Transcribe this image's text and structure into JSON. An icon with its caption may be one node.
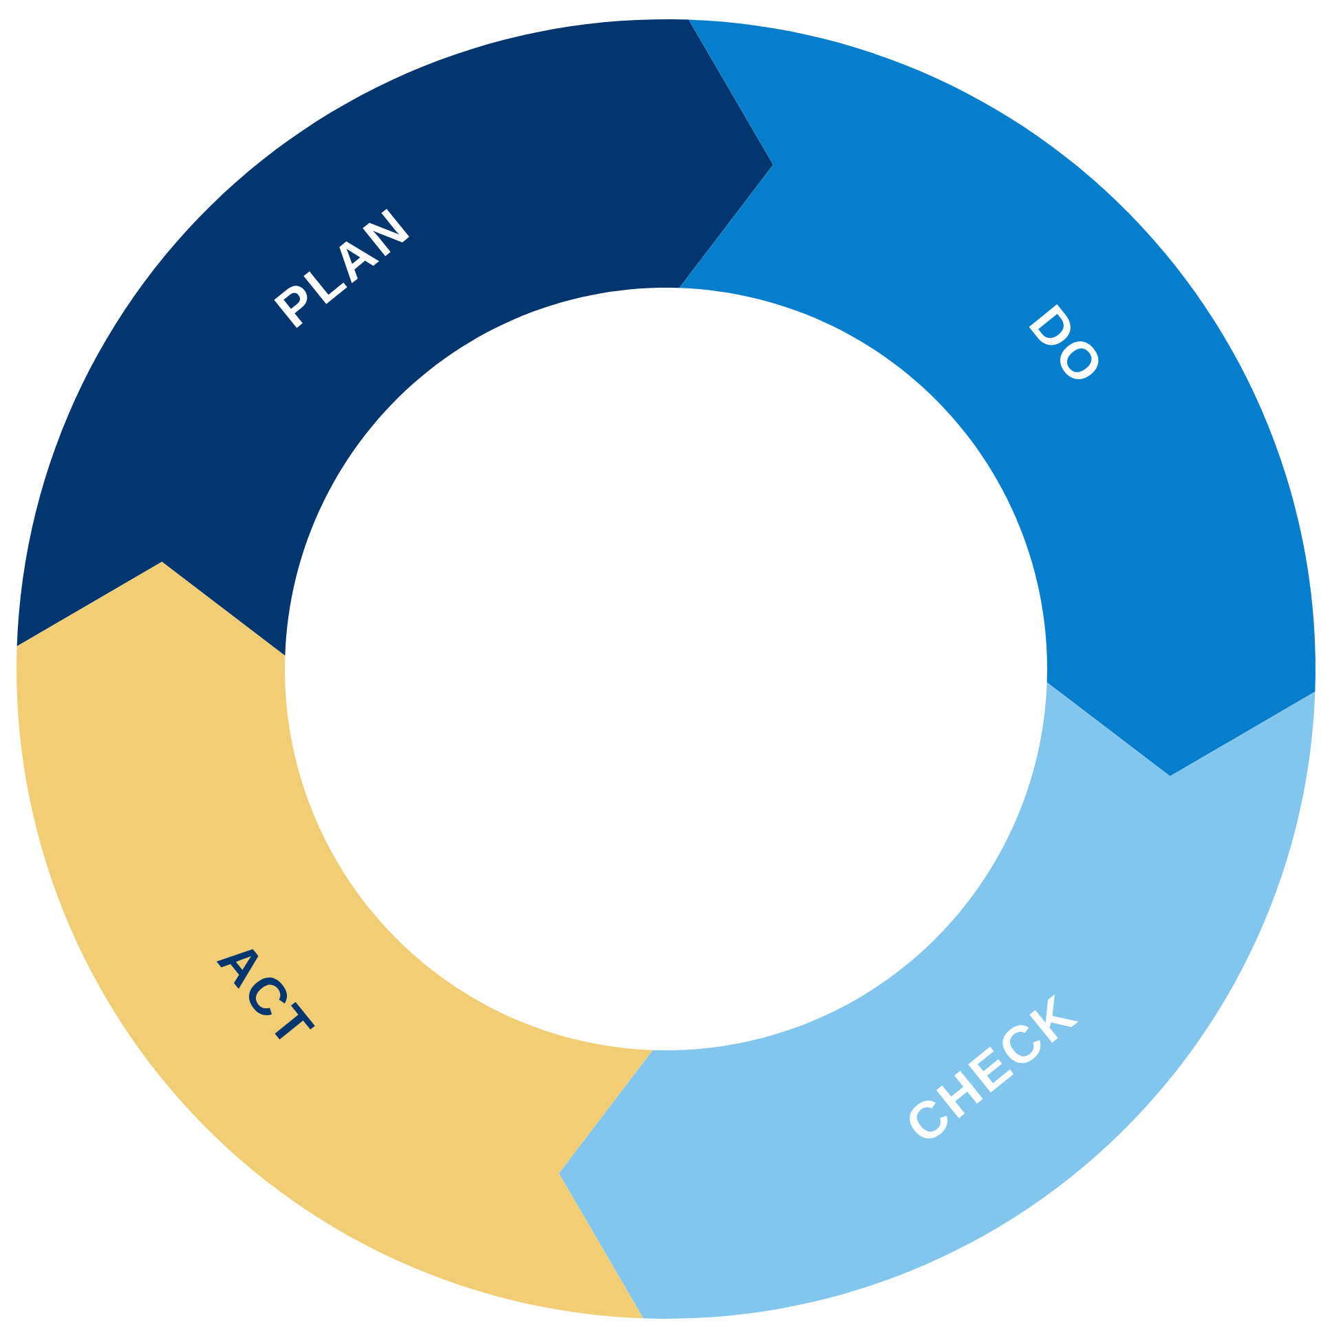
{
  "diagram": {
    "nodes": [
      {
        "text": [
          "PLAN"
        ]
      },
      {
        "text": [
          "DO"
        ]
      },
      {
        "text": [
          "CHECK"
        ]
      },
      {
        "text": [
          "ACT"
        ]
      }
    ]
  }
}
